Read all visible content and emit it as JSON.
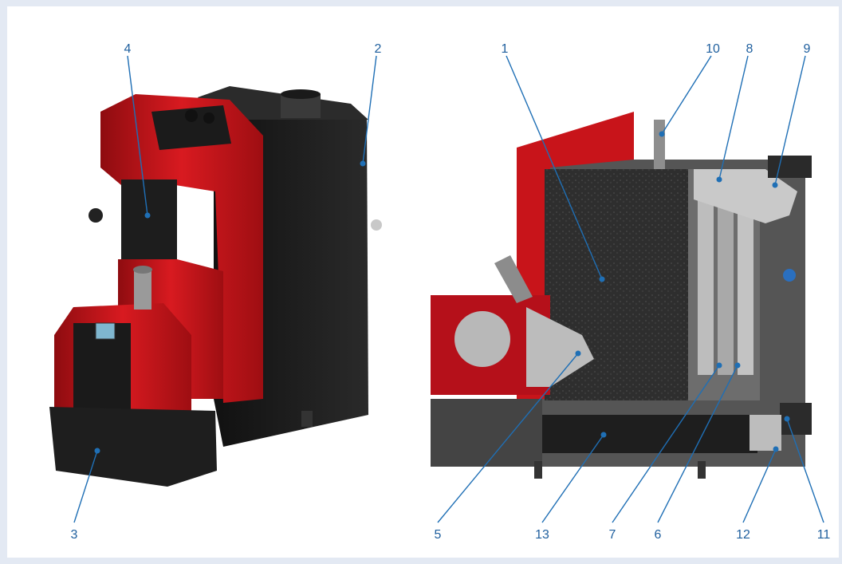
{
  "colors": {
    "accent_blue": "#1f6fb5",
    "boiler_red": "#c8141a",
    "boiler_black": "#1e1e1e",
    "frame_bg": "#e3e9f3"
  },
  "callouts": [
    {
      "id": "1",
      "label": "1"
    },
    {
      "id": "2",
      "label": "2"
    },
    {
      "id": "3",
      "label": "3"
    },
    {
      "id": "4",
      "label": "4"
    },
    {
      "id": "5",
      "label": "5"
    },
    {
      "id": "6",
      "label": "6"
    },
    {
      "id": "7",
      "label": "7"
    },
    {
      "id": "8",
      "label": "8"
    },
    {
      "id": "9",
      "label": "9"
    },
    {
      "id": "10",
      "label": "10"
    },
    {
      "id": "11",
      "label": "11"
    },
    {
      "id": "12",
      "label": "12"
    },
    {
      "id": "13",
      "label": "13"
    }
  ]
}
